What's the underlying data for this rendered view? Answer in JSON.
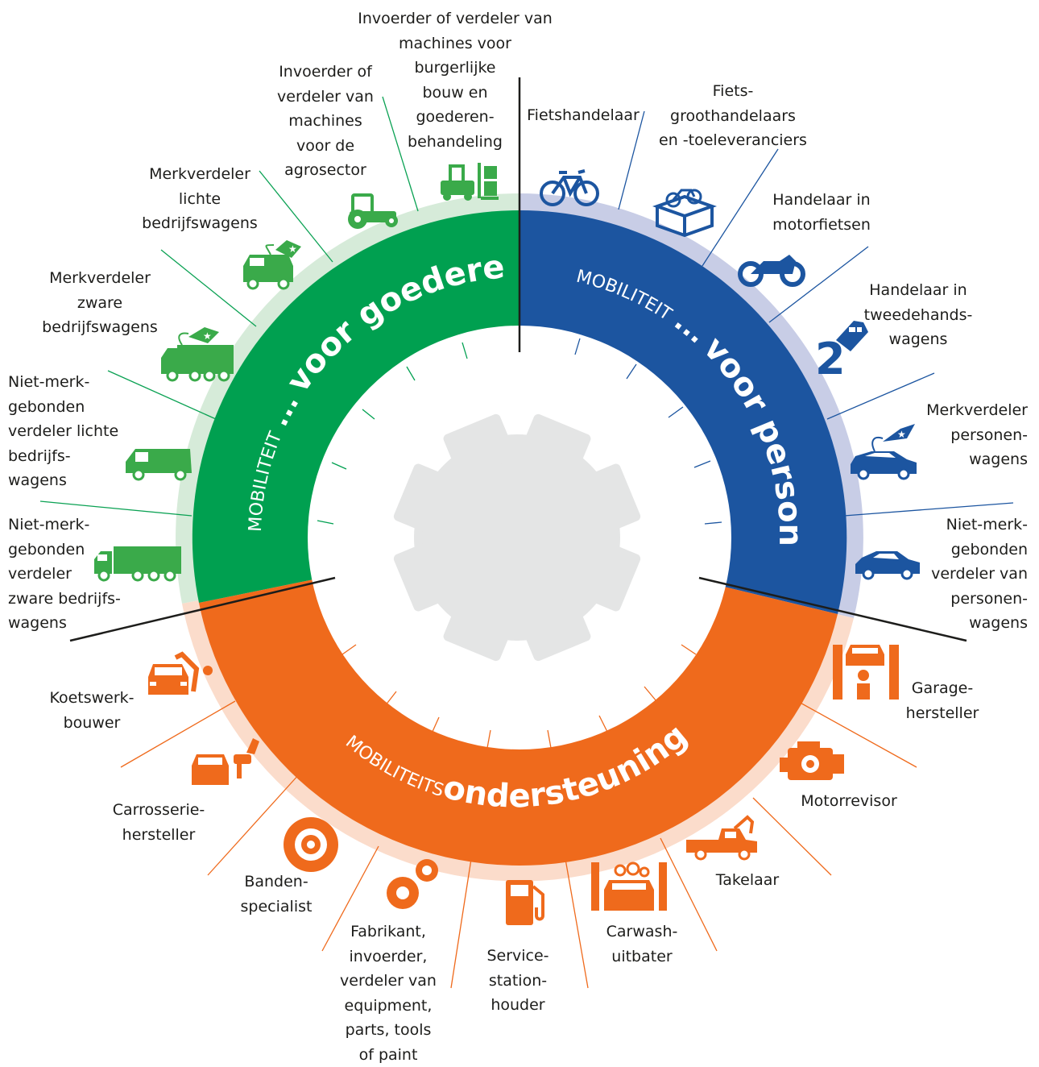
{
  "colors": {
    "goederen": "#00a050",
    "goederen_light": "#d6ebd9",
    "goederen_icon": "#3aaa4a",
    "personen": "#1c55a0",
    "personen_light": "#c8cde6",
    "ondersteuning": "#ef6a1c",
    "ondersteuning_light": "#fbdccb",
    "gear": "#e4e5e5",
    "text": "#1d1d1b"
  },
  "segments": {
    "goederen": {
      "prefix": "MOBILITEIT",
      "dots": "...",
      "bold": "voor goederen"
    },
    "personen": {
      "prefix": "MOBILITEIT",
      "dots": "...",
      "bold": "voor personen"
    },
    "ondersteuning": {
      "prefix": "MOBILITEITS",
      "bold": "ondersteuning"
    }
  },
  "labels": {
    "agro": {
      "lines": [
        "Invoerder of",
        "verdeler van",
        "machines",
        "voor de",
        "agrosector"
      ],
      "icon": "tractor-icon"
    },
    "bouw": {
      "lines": [
        "Invoerder of verdeler van",
        "machines voor",
        "burgerlijke",
        "bouw en",
        "goederen-",
        "behandeling"
      ],
      "icon": "forklift-icon"
    },
    "lichte": {
      "lines": [
        "Merkverdeler",
        "lichte",
        "bedrijfswagens"
      ],
      "icon": "tagged-van-icon"
    },
    "zware": {
      "lines": [
        "Merkverdeler",
        "zware",
        "bedrijfswagens"
      ],
      "icon": "tagged-truck-icon"
    },
    "nm_lichte": {
      "lines": [
        "Niet-merk-",
        "gebonden",
        "verdeler lichte",
        "bedrijfs-",
        "wagens"
      ],
      "icon": "van-icon"
    },
    "nm_zware": {
      "lines": [
        "Niet-merk-",
        "gebonden",
        "verdeler",
        "zware bedrijfs-",
        "wagens"
      ],
      "icon": "truck-icon"
    },
    "fiets": {
      "lines": [
        "Fietshandelaar"
      ],
      "icon": "bicycle-icon"
    },
    "fietsgroot": {
      "lines": [
        "Fiets-",
        "groothandelaars",
        "en -toeleveranciers"
      ],
      "icon": "bicycle-box-icon"
    },
    "motor": {
      "lines": [
        "Handelaar in",
        "motorfietsen"
      ],
      "icon": "motorcycle-icon"
    },
    "tweede": {
      "lines": [
        "Handelaar in",
        "tweedehands-",
        "wagens"
      ],
      "icon": "second-hand-car-key-icon"
    },
    "personen": {
      "lines": [
        "Merkverdeler",
        "personen-",
        "wagens"
      ],
      "icon": "tagged-car-icon"
    },
    "nm_personen": {
      "lines": [
        "Niet-merk-",
        "gebonden",
        "verdeler van",
        "personen-",
        "wagens"
      ],
      "icon": "car-icon"
    },
    "koetswerk": {
      "lines": [
        "Koetswerk-",
        "bouwer"
      ],
      "icon": "car-robot-arm-icon"
    },
    "carrosserie": {
      "lines": [
        "Carrosserie-",
        "hersteller"
      ],
      "icon": "car-spray-gun-icon"
    },
    "banden": {
      "lines": [
        "Banden-",
        "specialist"
      ],
      "icon": "tyre-icon"
    },
    "fabrikant": {
      "lines": [
        "Fabrikant,",
        "invoerder,",
        "verdeler van",
        "equipment,",
        "parts, tools",
        "of paint"
      ],
      "icon": "gears-icon"
    },
    "service": {
      "lines": [
        "Service-",
        "station-",
        "houder"
      ],
      "icon": "fuel-pump-icon"
    },
    "carwash": {
      "lines": [
        "Carwash-",
        "uitbater"
      ],
      "icon": "car-wash-icon"
    },
    "takelaar": {
      "lines": [
        "Takelaar"
      ],
      "icon": "tow-truck-icon"
    },
    "motorrevisor": {
      "lines": [
        "Motorrevisor"
      ],
      "icon": "engine-icon"
    },
    "garage": {
      "lines": [
        "Garage-",
        "hersteller"
      ],
      "icon": "car-lift-icon"
    }
  }
}
